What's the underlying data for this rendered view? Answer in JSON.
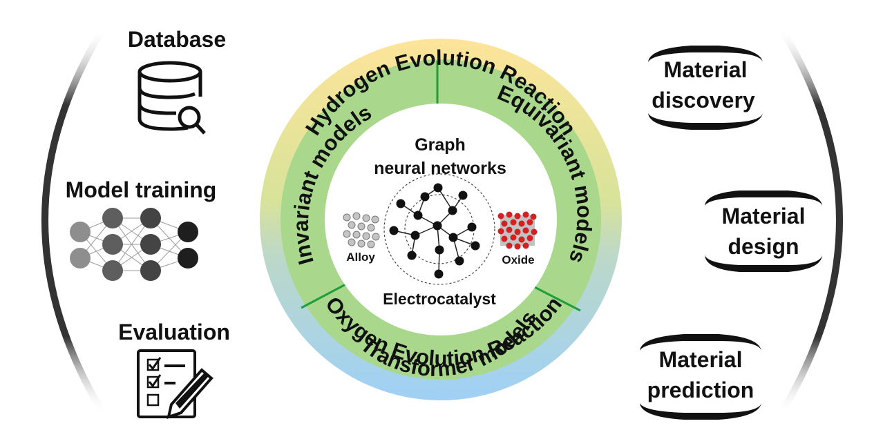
{
  "left_panel": {
    "database_label": "Database",
    "model_training_label": "Model training",
    "evaluation_label": "Evaluation"
  },
  "center": {
    "outer_top_label": "Hydrogen Evolution Reaction",
    "outer_bottom_label": "Oxygen Evolution Reaction",
    "ring_left_label": "Invariant models",
    "ring_right_label": "Equivariant models",
    "ring_bottom_label": "Transformer models",
    "core_title_line1": "Graph",
    "core_title_line2": "neural networks",
    "alloy_label": "Alloy",
    "oxide_label": "Oxide",
    "core_bottom_label": "Electrocatalyst"
  },
  "right_panel": {
    "items": [
      {
        "line1": "Material",
        "line2": "discovery"
      },
      {
        "line1": "Material",
        "line2": "design"
      },
      {
        "line1": "Material",
        "line2": "prediction"
      }
    ]
  },
  "colors": {
    "outer_ring_top": "#fbe08a",
    "outer_ring_bottom": "#a9d4f5",
    "inner_ring": "#a8d88a",
    "divider": "#1e9e3c",
    "oxide_atom": "#d42020",
    "alloy_atom": "#b8b8b8",
    "node": "#111111"
  }
}
